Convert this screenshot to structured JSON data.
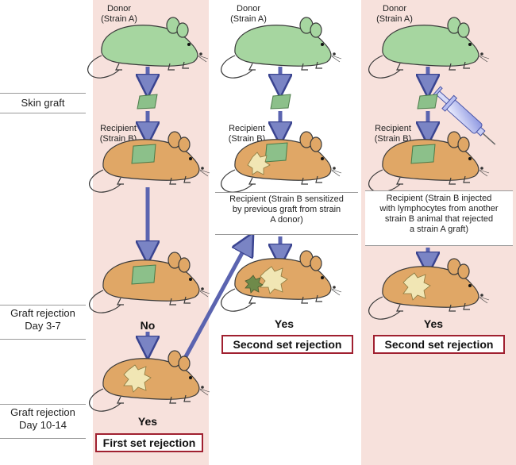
{
  "row_labels": {
    "skin_graft": "Skin graft",
    "rejection_early": "Graft rejection\nDay 3-7",
    "rejection_late": "Graft rejection\nDay 10-14"
  },
  "donor": {
    "line1": "Donor",
    "line2": "(Strain A)"
  },
  "recipient": {
    "line1": "Recipient",
    "line2": "(Strain B)"
  },
  "col1": {
    "early_result": "No",
    "late_result": "Yes",
    "box": "First set rejection"
  },
  "col2": {
    "desc": "Recipient (Strain B sensitized\nby previous graft from strain\nA donor)",
    "result": "Yes",
    "box": "Second set rejection"
  },
  "col3": {
    "desc": "Recipient (Strain B injected\nwith lymphocytes from another\nstrain B animal that rejected\na strain A graft)",
    "result": "Yes",
    "box": "Second set rejection"
  },
  "colors": {
    "column_bg": "#f7e1dc",
    "donor_mouse": "#a6d6a0",
    "recipient_mouse": "#e0a766",
    "graft": "#8cc08a",
    "rejected_graft": "#f1e6b4",
    "arrow": "#7a84c4",
    "box_border": "#a02030"
  }
}
